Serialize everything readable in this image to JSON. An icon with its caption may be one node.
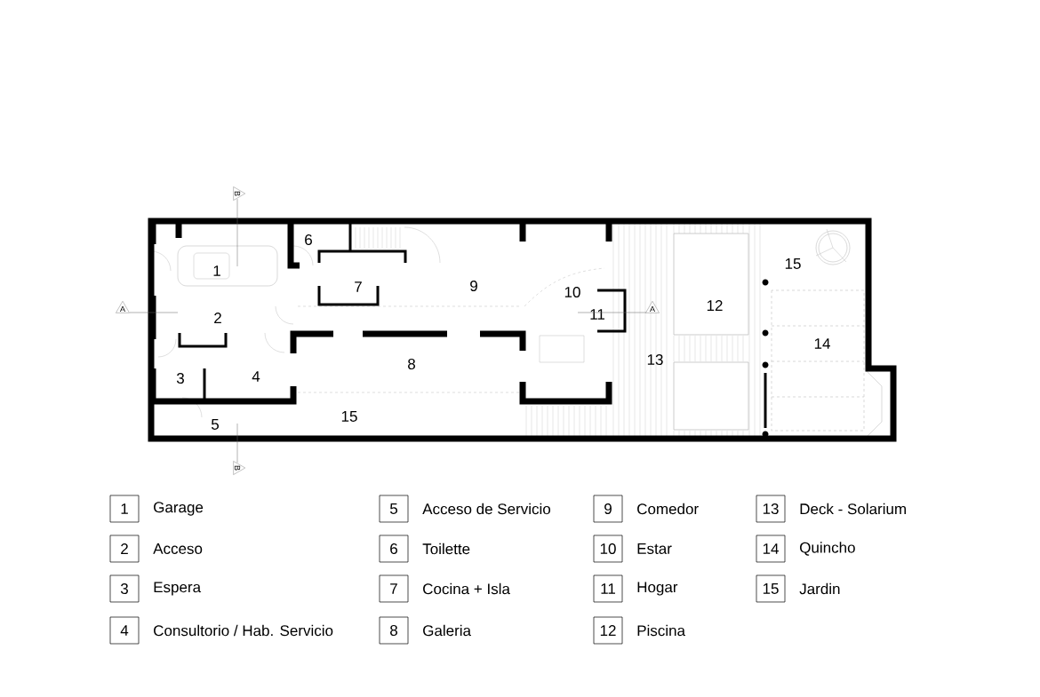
{
  "diagram": {
    "nodes": [
      {
        "text": [
          "1"
        ],
        "beside": [
          "Garage"
        ]
      },
      {
        "text": [
          "2"
        ],
        "beside": [
          "Acceso"
        ]
      },
      {
        "text": [
          "3"
        ],
        "beside": [
          "Espera"
        ]
      },
      {
        "text": [
          "4"
        ],
        "beside": [
          "Consultorio / Hab. Servicio"
        ]
      },
      {
        "text": [
          "5"
        ],
        "beside": [
          "Acceso de Servicio"
        ]
      },
      {
        "text": [
          "6"
        ],
        "beside": [
          "Toilette"
        ]
      },
      {
        "text": [
          "7"
        ],
        "beside": [
          "Cocina + Isla"
        ]
      },
      {
        "text": [
          "8"
        ],
        "beside": [
          "Galeria"
        ]
      },
      {
        "text": [
          "9"
        ],
        "beside": [
          "Comedor"
        ]
      },
      {
        "text": [
          "10"
        ],
        "beside": [
          "Estar"
        ]
      },
      {
        "text": [
          "11"
        ],
        "beside": [
          "Hogar"
        ]
      },
      {
        "text": [
          "12"
        ],
        "beside": [
          "Piscina"
        ]
      },
      {
        "text": [
          "13"
        ],
        "beside": [
          "Deck - Solarium"
        ]
      },
      {
        "text": [
          "14"
        ],
        "beside": [
          "Quincho"
        ]
      },
      {
        "text": [
          "15"
        ],
        "beside": [
          "Jardin"
        ]
      }
    ],
    "labels": [
      "B",
      "6",
      "15",
      "1",
      "7",
      "9",
      "10",
      "A",
      "2",
      "11",
      "A",
      "12",
      "14",
      "8",
      "13",
      "3",
      "4",
      "15",
      "5",
      "B"
    ]
  }
}
